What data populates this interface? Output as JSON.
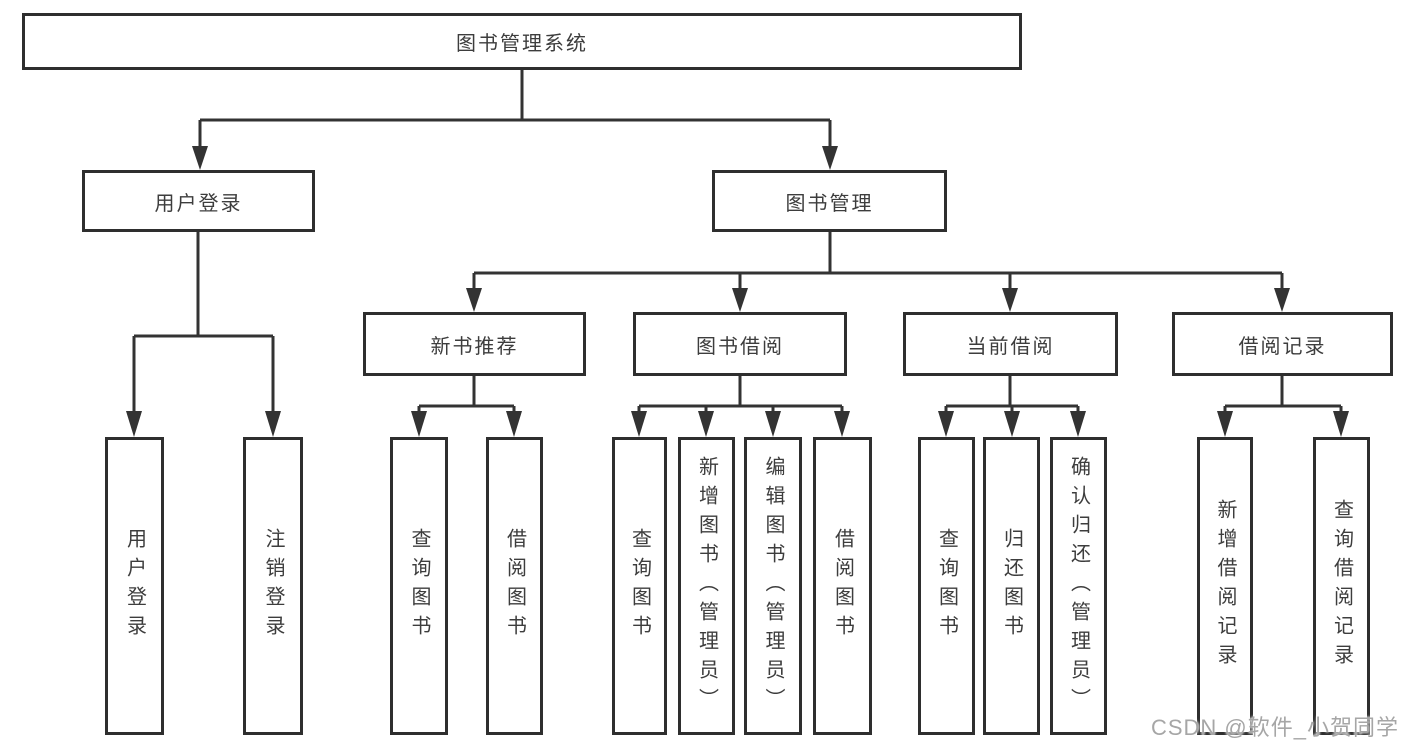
{
  "tree": {
    "label": "图书管理系统",
    "children": [
      {
        "label": "用户登录",
        "children": [
          {
            "label": "用户登录"
          },
          {
            "label": "注销登录"
          }
        ]
      },
      {
        "label": "图书管理",
        "children": [
          {
            "label": "新书推荐",
            "children": [
              {
                "label": "查询图书"
              },
              {
                "label": "借阅图书"
              }
            ]
          },
          {
            "label": "图书借阅",
            "children": [
              {
                "label": "查询图书"
              },
              {
                "label": "新增图书（管理员）"
              },
              {
                "label": "编辑图书（管理员）"
              },
              {
                "label": "借阅图书"
              }
            ]
          },
          {
            "label": "当前借阅",
            "children": [
              {
                "label": "查询图书"
              },
              {
                "label": "归还图书"
              },
              {
                "label": "确认归还（管理员）"
              }
            ]
          },
          {
            "label": "借阅记录",
            "children": [
              {
                "label": "新增借阅记录"
              },
              {
                "label": "查询借阅记录"
              }
            ]
          }
        ]
      }
    ]
  },
  "watermark": {
    "text": "CSDN @软件_小贺同学"
  },
  "colors": {
    "line": "#333333",
    "box_border": "#2e2e2e",
    "text": "#3d3d3d",
    "watermark_text": "#a6a6a6",
    "background": "#ffffff"
  }
}
